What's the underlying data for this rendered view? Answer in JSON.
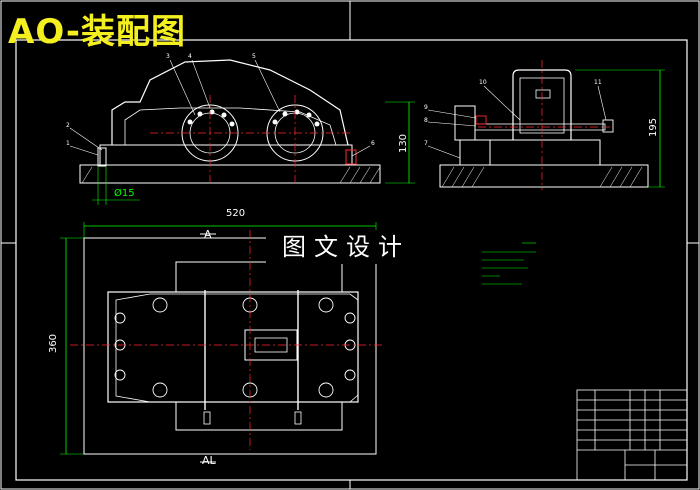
{
  "title": "AO-装配图",
  "watermark": "图文设计",
  "dimensions": {
    "width_520": "520",
    "height_360": "360",
    "height_130": "130",
    "height_195": "195",
    "dia_15": "Ø15"
  },
  "section_labels": {
    "top": "A",
    "bottom": "AL"
  },
  "part_numbers": [
    "1",
    "2",
    "3",
    "4",
    "5",
    "6",
    "7",
    "8",
    "9",
    "10",
    "11"
  ],
  "colors": {
    "background": "#000000",
    "outline": "#ffffff",
    "title": "#f4ef1f",
    "dimension": "#00ff00",
    "centerline": "#ff2a2a",
    "hatch": "#c9c9c9"
  }
}
